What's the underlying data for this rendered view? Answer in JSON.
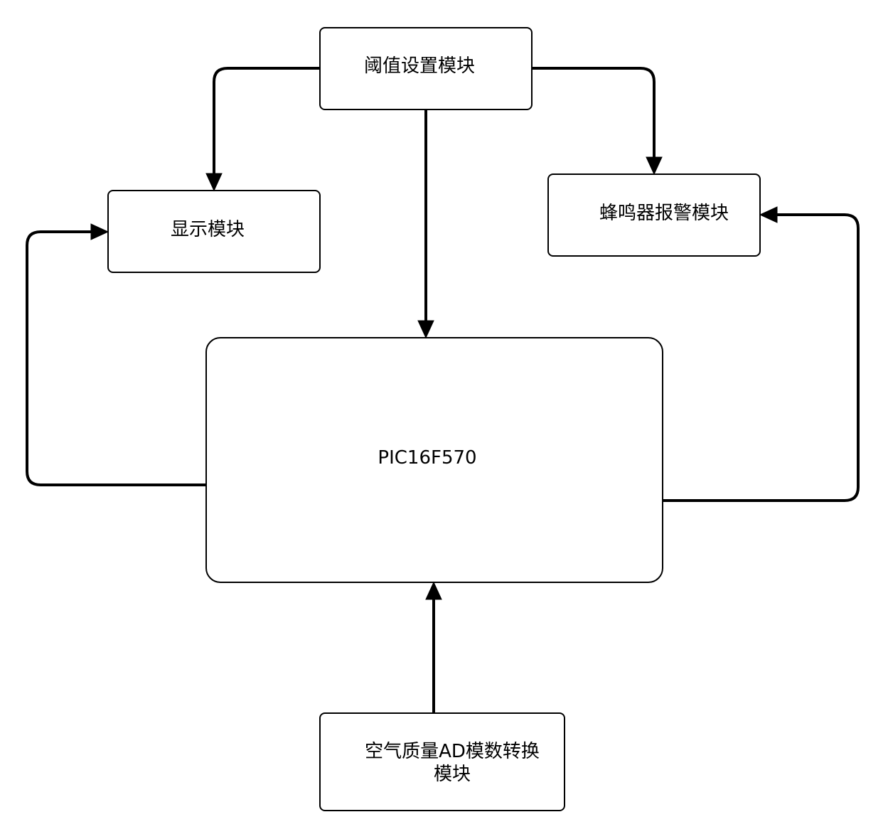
{
  "nodes": {
    "threshold": {
      "label": "阈值设置模块"
    },
    "display": {
      "label": "显示模块"
    },
    "buzzer": {
      "label": "蜂鸣器报警模块"
    },
    "mcu": {
      "label": "PIC16F570"
    },
    "adc": {
      "label_line1": "空气质量AD模数转换",
      "label_line2": "模块"
    }
  },
  "colors": {
    "stroke": "#000000",
    "fill": "#ffffff",
    "text": "#000000"
  }
}
